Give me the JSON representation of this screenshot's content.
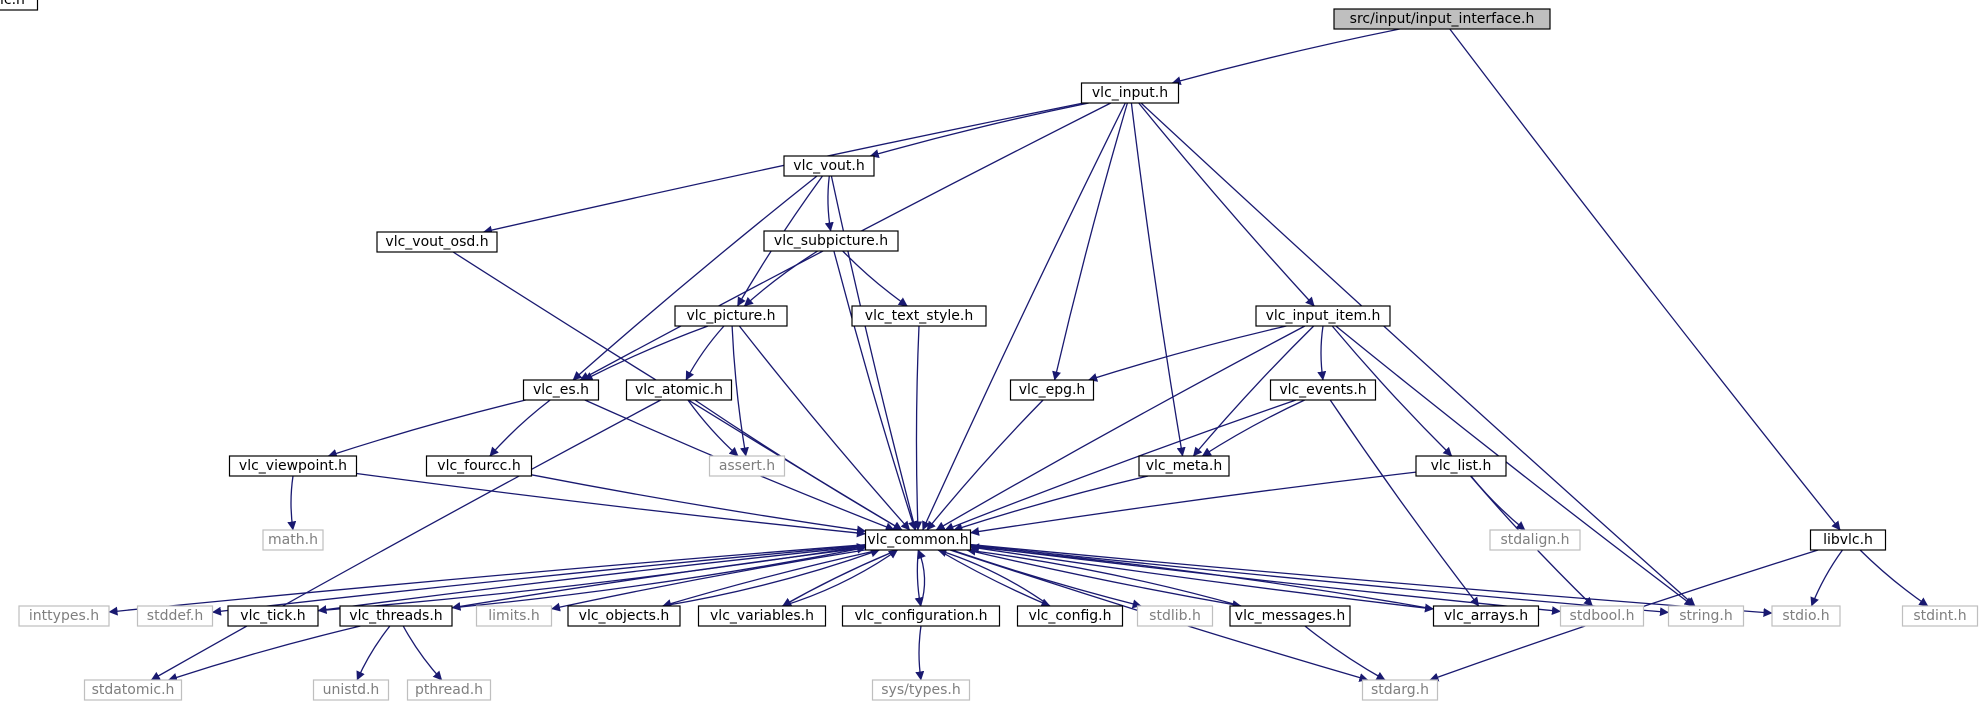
{
  "colors": {
    "edge": "#191970",
    "system_border": "#bfbfbf",
    "system_text": "#7f7f7f",
    "root_fill": "#bfbfbf"
  },
  "nodes": [
    {
      "id": "input_interface",
      "label": "src/input/input_interface.h",
      "kind": "root"
    },
    {
      "id": "vlc_input",
      "label": "vlc_input.h",
      "kind": "doc"
    },
    {
      "id": "libvlc",
      "label": "libvlc.h",
      "kind": "doc"
    },
    {
      "id": "vlc_vout",
      "label": "vlc_vout.h",
      "kind": "doc"
    },
    {
      "id": "vlc_vout_osd",
      "label": "vlc_vout_osd.h",
      "kind": "doc"
    },
    {
      "id": "vlc_subpicture",
      "label": "vlc_subpicture.h",
      "kind": "doc"
    },
    {
      "id": "vlc_picture",
      "label": "vlc_picture.h",
      "kind": "doc"
    },
    {
      "id": "vlc_text_style",
      "label": "vlc_text_style.h",
      "kind": "doc"
    },
    {
      "id": "vlc_input_item",
      "label": "vlc_input_item.h",
      "kind": "doc"
    },
    {
      "id": "vlc_es",
      "label": "vlc_es.h",
      "kind": "doc"
    },
    {
      "id": "vlc_atomic",
      "label": "vlc_atomic.h",
      "kind": "doc"
    },
    {
      "id": "vlc_epg",
      "label": "vlc_epg.h",
      "kind": "doc"
    },
    {
      "id": "vlc_events",
      "label": "vlc_events.h",
      "kind": "doc"
    },
    {
      "id": "vlc_viewpoint",
      "label": "vlc_viewpoint.h",
      "kind": "doc"
    },
    {
      "id": "vlc_fourcc",
      "label": "vlc_fourcc.h",
      "kind": "doc"
    },
    {
      "id": "assert",
      "label": "assert.h",
      "kind": "sys"
    },
    {
      "id": "vlc_meta",
      "label": "vlc_meta.h",
      "kind": "doc"
    },
    {
      "id": "vlc_list",
      "label": "vlc_list.h",
      "kind": "doc"
    },
    {
      "id": "math",
      "label": "math.h",
      "kind": "sys"
    },
    {
      "id": "vlc_common",
      "label": "vlc_common.h",
      "kind": "doc"
    },
    {
      "id": "stdalign",
      "label": "stdalign.h",
      "kind": "sys"
    },
    {
      "id": "inttypes",
      "label": "inttypes.h",
      "kind": "sys"
    },
    {
      "id": "stddef",
      "label": "stddef.h",
      "kind": "sys"
    },
    {
      "id": "vlc_tick",
      "label": "vlc_tick.h",
      "kind": "doc"
    },
    {
      "id": "vlc_threads",
      "label": "vlc_threads.h",
      "kind": "doc"
    },
    {
      "id": "limits",
      "label": "limits.h",
      "kind": "sys"
    },
    {
      "id": "vlc_objects",
      "label": "vlc_objects.h",
      "kind": "doc"
    },
    {
      "id": "vlc_variables",
      "label": "vlc_variables.h",
      "kind": "doc"
    },
    {
      "id": "vlc_configuration",
      "label": "vlc_configuration.h",
      "kind": "doc"
    },
    {
      "id": "vlc_config",
      "label": "vlc_config.h",
      "kind": "doc"
    },
    {
      "id": "stdlib",
      "label": "stdlib.h",
      "kind": "sys"
    },
    {
      "id": "vlc_messages",
      "label": "vlc_messages.h",
      "kind": "doc"
    },
    {
      "id": "vlc_arrays",
      "label": "vlc_arrays.h",
      "kind": "doc"
    },
    {
      "id": "stdbool",
      "label": "stdbool.h",
      "kind": "sys"
    },
    {
      "id": "string",
      "label": "string.h",
      "kind": "sys"
    },
    {
      "id": "stdio",
      "label": "stdio.h",
      "kind": "sys"
    },
    {
      "id": "libvlc_h",
      "label": "libvlc.h",
      "kind": "doc"
    },
    {
      "id": "stdint",
      "label": "stdint.h",
      "kind": "sys"
    },
    {
      "id": "stdatomic",
      "label": "stdatomic.h",
      "kind": "sys"
    },
    {
      "id": "unistd",
      "label": "unistd.h",
      "kind": "sys"
    },
    {
      "id": "pthread",
      "label": "pthread.h",
      "kind": "sys"
    },
    {
      "id": "sys_types",
      "label": "sys/types.h",
      "kind": "sys"
    },
    {
      "id": "stdarg",
      "label": "stdarg.h",
      "kind": "sys"
    }
  ],
  "edges": [
    [
      "input_interface",
      "vlc_input"
    ],
    [
      "input_interface",
      "libvlc_h"
    ],
    [
      "vlc_input",
      "vlc_vout"
    ],
    [
      "vlc_input",
      "vlc_vout_osd"
    ],
    [
      "vlc_input",
      "vlc_es"
    ],
    [
      "vlc_input",
      "vlc_epg"
    ],
    [
      "vlc_input",
      "vlc_common"
    ],
    [
      "vlc_input",
      "vlc_meta"
    ],
    [
      "vlc_input",
      "vlc_input_item"
    ],
    [
      "vlc_input",
      "string"
    ],
    [
      "vlc_vout",
      "vlc_subpicture"
    ],
    [
      "vlc_vout",
      "vlc_picture"
    ],
    [
      "vlc_vout",
      "vlc_es"
    ],
    [
      "vlc_vout",
      "vlc_common"
    ],
    [
      "vlc_vout_osd",
      "vlc_common"
    ],
    [
      "vlc_subpicture",
      "vlc_picture"
    ],
    [
      "vlc_subpicture",
      "vlc_text_style"
    ],
    [
      "vlc_subpicture",
      "vlc_common"
    ],
    [
      "vlc_picture",
      "vlc_es"
    ],
    [
      "vlc_picture",
      "vlc_atomic"
    ],
    [
      "vlc_picture",
      "assert"
    ],
    [
      "vlc_picture",
      "vlc_common"
    ],
    [
      "vlc_text_style",
      "vlc_common"
    ],
    [
      "vlc_es",
      "vlc_viewpoint"
    ],
    [
      "vlc_es",
      "vlc_fourcc"
    ],
    [
      "vlc_es",
      "vlc_common"
    ],
    [
      "vlc_atomic",
      "assert"
    ],
    [
      "vlc_atomic",
      "stdatomic"
    ],
    [
      "vlc_atomic",
      "vlc_common"
    ],
    [
      "vlc_viewpoint",
      "math"
    ],
    [
      "vlc_viewpoint",
      "vlc_common"
    ],
    [
      "vlc_fourcc",
      "vlc_common"
    ],
    [
      "vlc_input_item",
      "vlc_epg"
    ],
    [
      "vlc_input_item",
      "vlc_events"
    ],
    [
      "vlc_input_item",
      "vlc_meta"
    ],
    [
      "vlc_input_item",
      "vlc_common"
    ],
    [
      "vlc_input_item",
      "vlc_list"
    ],
    [
      "vlc_input_item",
      "string"
    ],
    [
      "vlc_epg",
      "vlc_common"
    ],
    [
      "vlc_events",
      "vlc_meta"
    ],
    [
      "vlc_events",
      "vlc_common"
    ],
    [
      "vlc_events",
      "vlc_arrays"
    ],
    [
      "vlc_meta",
      "vlc_common"
    ],
    [
      "vlc_list",
      "vlc_common"
    ],
    [
      "vlc_list",
      "stdalign"
    ],
    [
      "vlc_list",
      "stdbool"
    ],
    [
      "vlc_common",
      "inttypes"
    ],
    [
      "vlc_common",
      "stddef"
    ],
    [
      "vlc_common",
      "vlc_tick"
    ],
    [
      "vlc_common",
      "vlc_threads"
    ],
    [
      "vlc_common",
      "limits"
    ],
    [
      "vlc_common",
      "vlc_objects"
    ],
    [
      "vlc_common",
      "vlc_variables"
    ],
    [
      "vlc_common",
      "vlc_configuration"
    ],
    [
      "vlc_common",
      "vlc_config"
    ],
    [
      "vlc_common",
      "stdlib"
    ],
    [
      "vlc_common",
      "vlc_messages"
    ],
    [
      "vlc_common",
      "vlc_arrays"
    ],
    [
      "vlc_common",
      "stdbool"
    ],
    [
      "vlc_common",
      "string"
    ],
    [
      "vlc_common",
      "stdio"
    ],
    [
      "vlc_common",
      "stdarg"
    ],
    [
      "vlc_tick",
      "vlc_common"
    ],
    [
      "vlc_threads",
      "vlc_common"
    ],
    [
      "vlc_objects",
      "vlc_common"
    ],
    [
      "vlc_variables",
      "vlc_common"
    ],
    [
      "vlc_configuration",
      "vlc_common"
    ],
    [
      "vlc_config",
      "vlc_common"
    ],
    [
      "vlc_messages",
      "vlc_common"
    ],
    [
      "vlc_arrays",
      "vlc_common"
    ],
    [
      "vlc_threads",
      "stdatomic"
    ],
    [
      "vlc_threads",
      "unistd"
    ],
    [
      "vlc_threads",
      "pthread"
    ],
    [
      "vlc_configuration",
      "sys_types"
    ],
    [
      "vlc_messages",
      "stdarg"
    ],
    [
      "libvlc_h",
      "stdio"
    ],
    [
      "libvlc_h",
      "stdint"
    ],
    [
      "libvlc_h",
      "stdarg"
    ]
  ]
}
